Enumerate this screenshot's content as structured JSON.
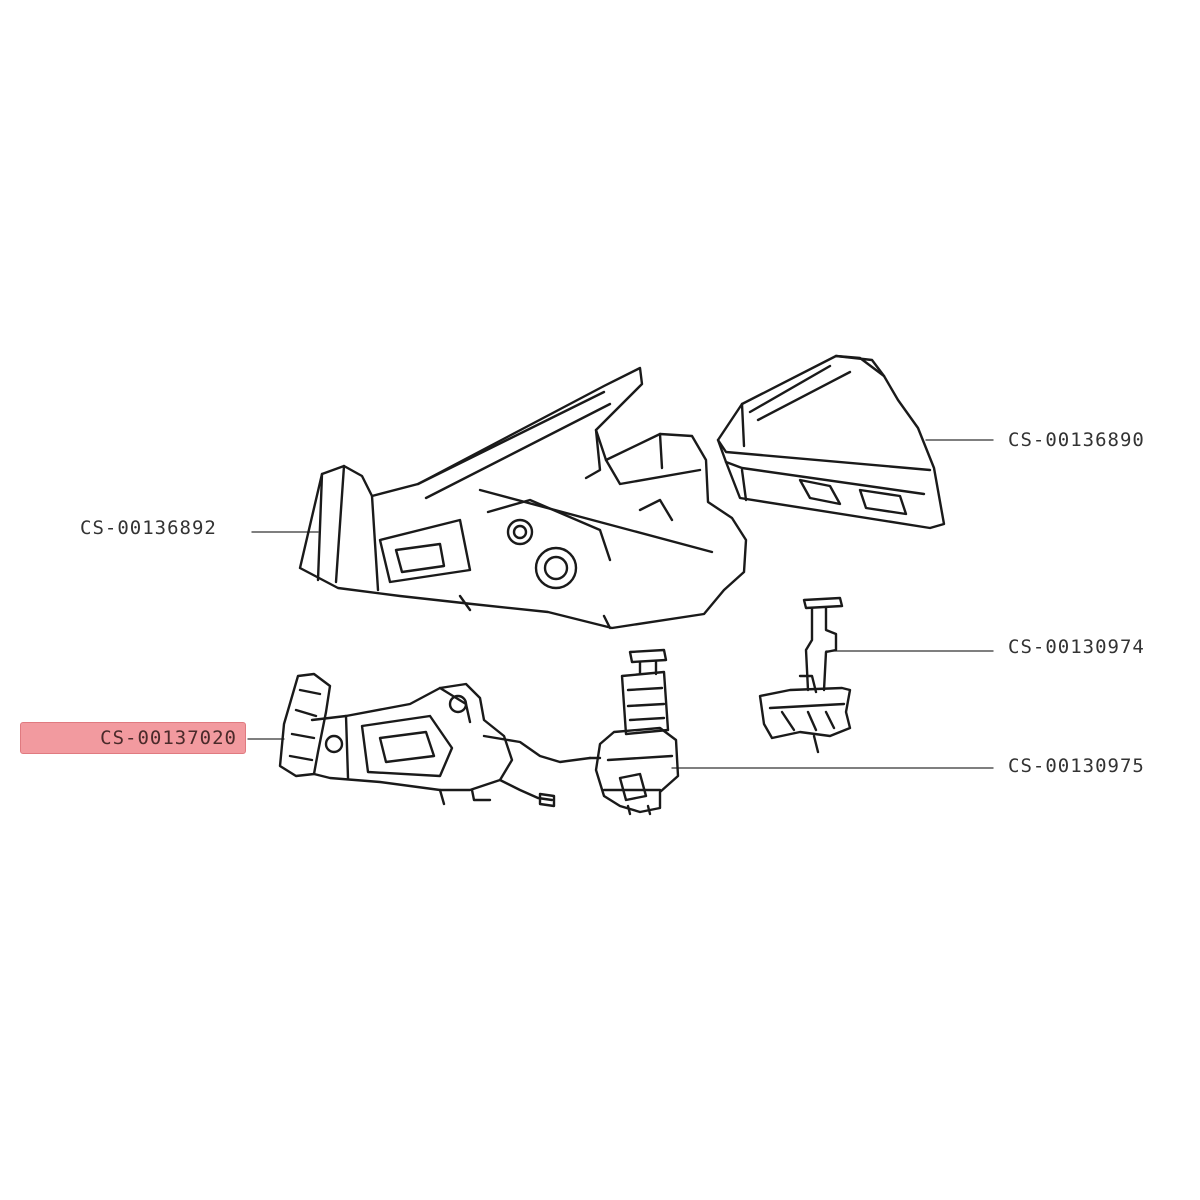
{
  "labels": {
    "lid": "CS-00136890",
    "base": "CS-00136892",
    "valve_small": "CS-00130974",
    "pump_board": "CS-00137020",
    "valve_large": "CS-00130975"
  },
  "selected_part": "CS-00137020",
  "colors": {
    "highlight_fill": "#f29a9f",
    "highlight_border": "#e07a80",
    "line_art": "#1a1a1a",
    "label_text": "#333333"
  }
}
